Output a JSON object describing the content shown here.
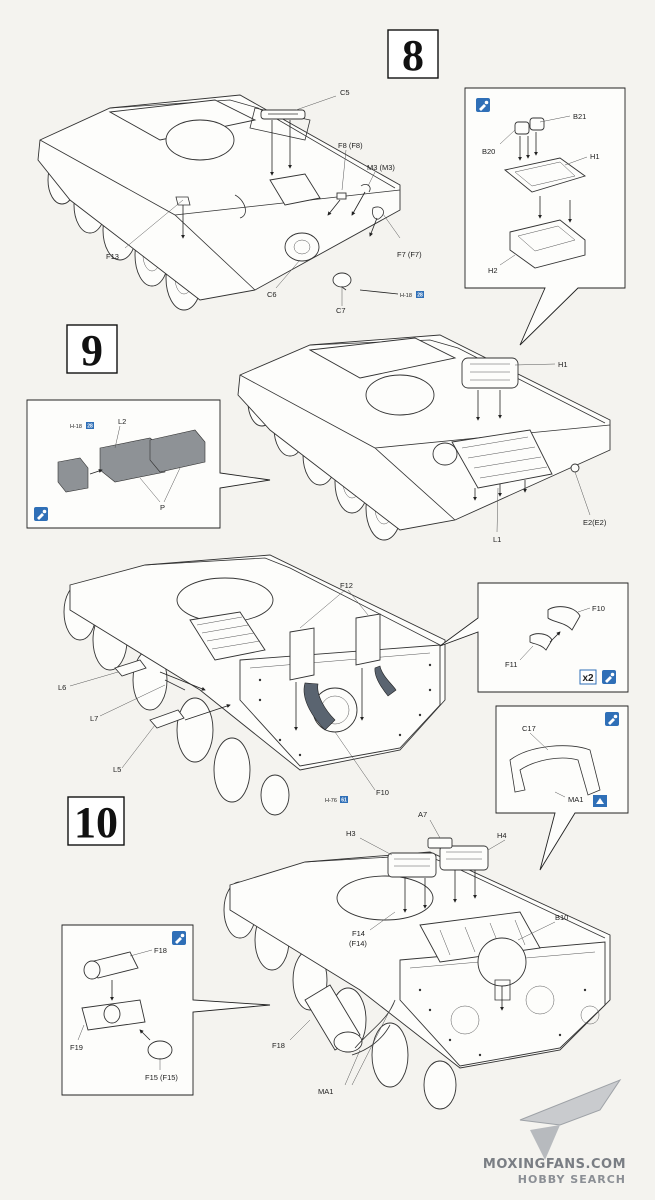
{
  "steps": {
    "step8": "8",
    "step9": "9",
    "step10": "10"
  },
  "step8_labels": {
    "c5": "C5",
    "f8": "F8 (F8)",
    "m3": "M3 (M3)",
    "f13": "F13",
    "c6": "C6",
    "c7": "C7",
    "f7": "F7 (F7)",
    "h18": "H-18",
    "h18_badge": "28"
  },
  "callout_8": {
    "b21": "B21",
    "b20": "B20",
    "h1": "H1",
    "h2": "H2",
    "icon": "glue-icon"
  },
  "step9_labels": {
    "h1": "H1",
    "l1": "L1",
    "e2": "E2(E2)"
  },
  "callout_9": {
    "h18": "H-18",
    "h18_badge": "28",
    "l2": "L2",
    "p": "P",
    "icon": "glue-icon"
  },
  "step9b_labels": {
    "f12": "F12",
    "l6": "L6",
    "l7": "L7",
    "l5": "L5",
    "f10": "F10",
    "h76": "H-76",
    "h76_badge": "61"
  },
  "callout_f10": {
    "f10": "F10",
    "f11": "F11",
    "x2": "x2",
    "icon": "glue-icon"
  },
  "callout_c17": {
    "c17": "C17",
    "ma1": "MA1",
    "icon": "glue-icon"
  },
  "step10_labels": {
    "h3": "H3",
    "a7": "A7",
    "h4": "H4",
    "f14": "F14",
    "f14b": "(F14)",
    "b10": "B10",
    "f18": "F18",
    "ma1": "MA1"
  },
  "callout_10": {
    "f18": "F18",
    "f19": "F19",
    "f15": "F15 (F15)",
    "icon": "glue-icon"
  },
  "watermark": {
    "line1": "MOXINGFANS.COM",
    "line2": "HOBBY SEARCH"
  }
}
